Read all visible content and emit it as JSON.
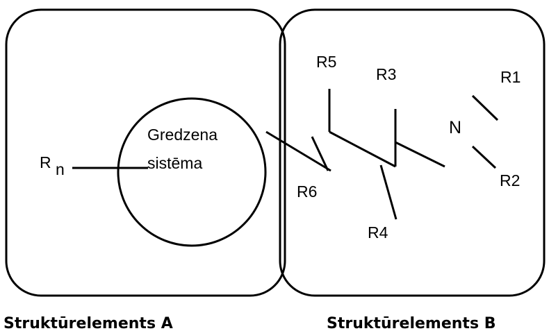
{
  "structure_a": {
    "caption": "Struktūrelements A",
    "ring_label_line1": "Gredzena",
    "ring_label_line2": "sistēma",
    "substituent_main": "R",
    "substituent_sub": "n"
  },
  "structure_b": {
    "caption": "Struktūrelements B",
    "atom_n": "N",
    "substituents": {
      "r1": "R1",
      "r2": "R2",
      "r3": "R3",
      "r4": "R4",
      "r5": "R5",
      "r6": "R6"
    }
  },
  "colors": {
    "stroke": "#000000",
    "background": "#ffffff"
  }
}
